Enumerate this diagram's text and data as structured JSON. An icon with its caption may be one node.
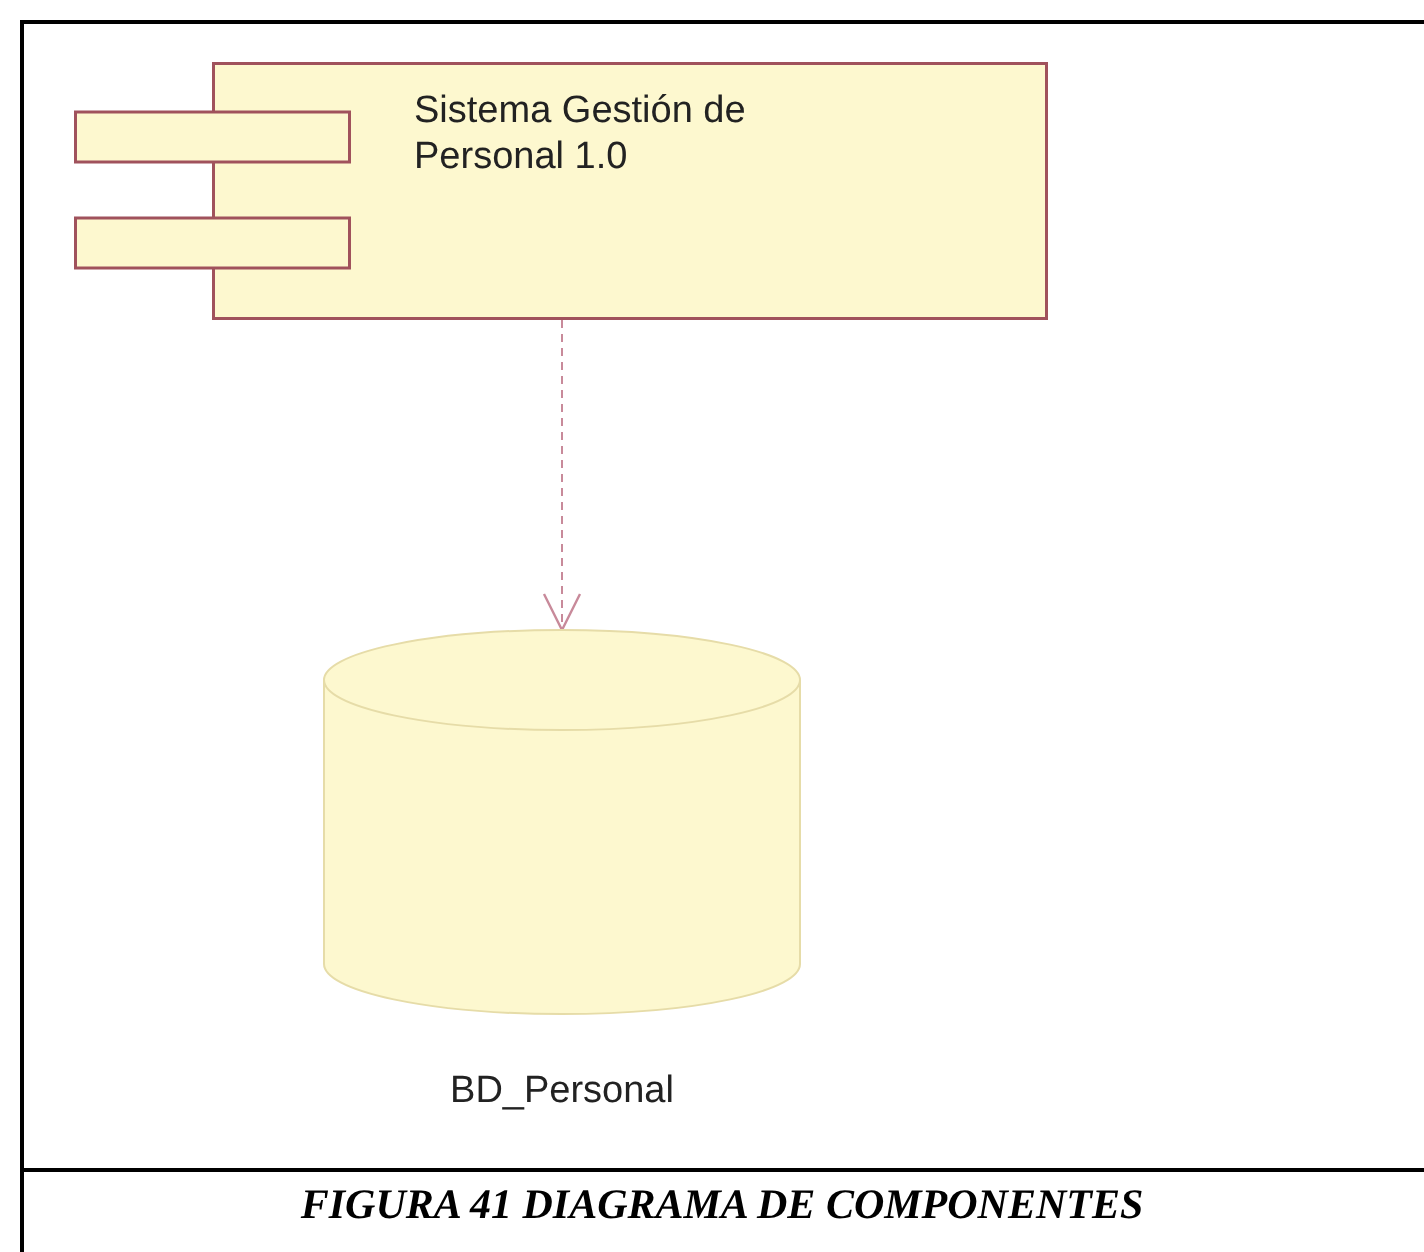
{
  "diagram": {
    "caption": "FIGURA 41 DIAGRAMA DE COMPONENTES",
    "nodes": [
      {
        "text": [
          "Sistema Gestión de Personal 1.0"
        ]
      },
      {
        "text": [
          "BD_Personal"
        ]
      }
    ],
    "edges": [
      {
        "from": 0,
        "to": 1,
        "arrow": "to",
        "style": "dashed"
      }
    ]
  }
}
